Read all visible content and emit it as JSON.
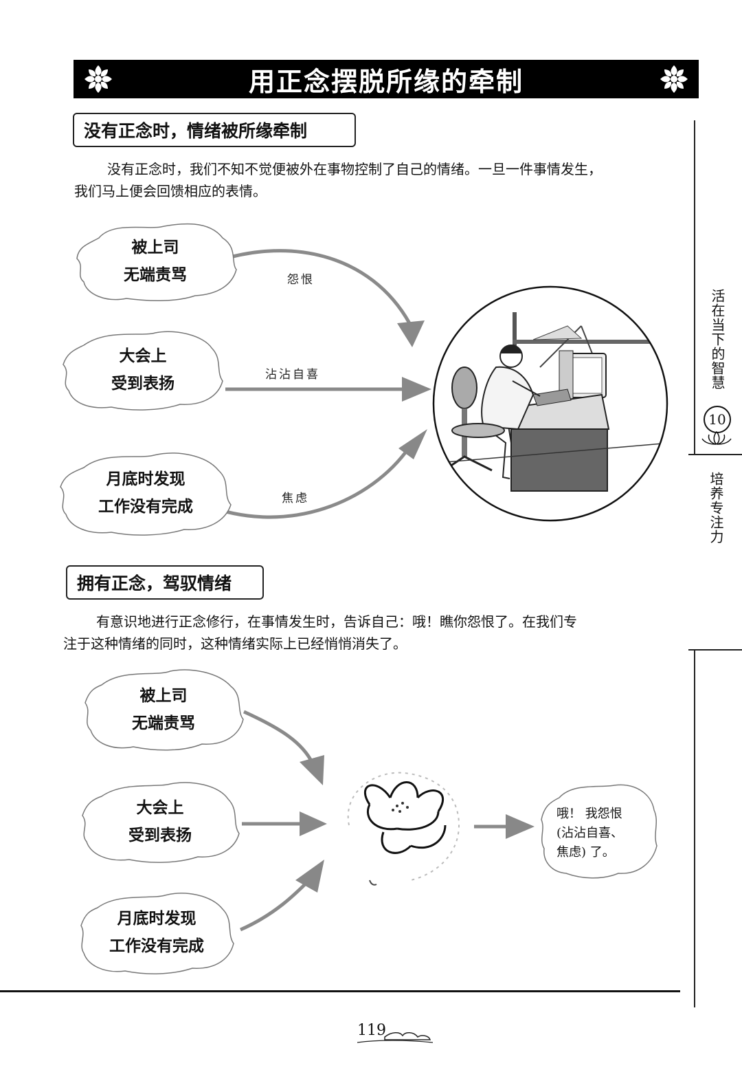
{
  "title": "用正念摆脱所缘的牵制",
  "section1": {
    "heading": "没有正念时，情绪被所缘牵制",
    "paragraph_line1": "没有正念时，我们不知不觉便被外在事物控制了自己的情绪。一旦一件事情发生，",
    "paragraph_line2": "我们马上便会回馈相应的表情。",
    "clouds": [
      {
        "line1": "被上司",
        "line2": "无端责骂"
      },
      {
        "line1": "大会上",
        "line2": "受到表扬"
      },
      {
        "line1": "月底时发现",
        "line2": "工作没有完成"
      }
    ],
    "arrow_labels": [
      "怨恨",
      "沾沾自喜",
      "焦虑"
    ]
  },
  "section2": {
    "heading": "拥有正念，驾驭情绪",
    "paragraph_line1": "有意识地进行正念修行，在事情发生时，告诉自己：哦！瞧你怨恨了。在我们专",
    "paragraph_line2": "注于这种情绪的同时，这种情绪实际上已经悄悄消失了。",
    "clouds": [
      {
        "line1": "被上司",
        "line2": "无端责骂"
      },
      {
        "line1": "大会上",
        "line2": "受到表扬"
      },
      {
        "line1": "月底时发现",
        "line2": "工作没有完成"
      }
    ],
    "thought_lines": [
      "哦！ 我怨恨",
      "(沾沾自喜、",
      "焦虑) 了。"
    ]
  },
  "sidebar": {
    "book_title": "活在当下的智慧",
    "chapter_number": "10",
    "chapter_title": "培养专注力"
  },
  "page_number": "119"
}
